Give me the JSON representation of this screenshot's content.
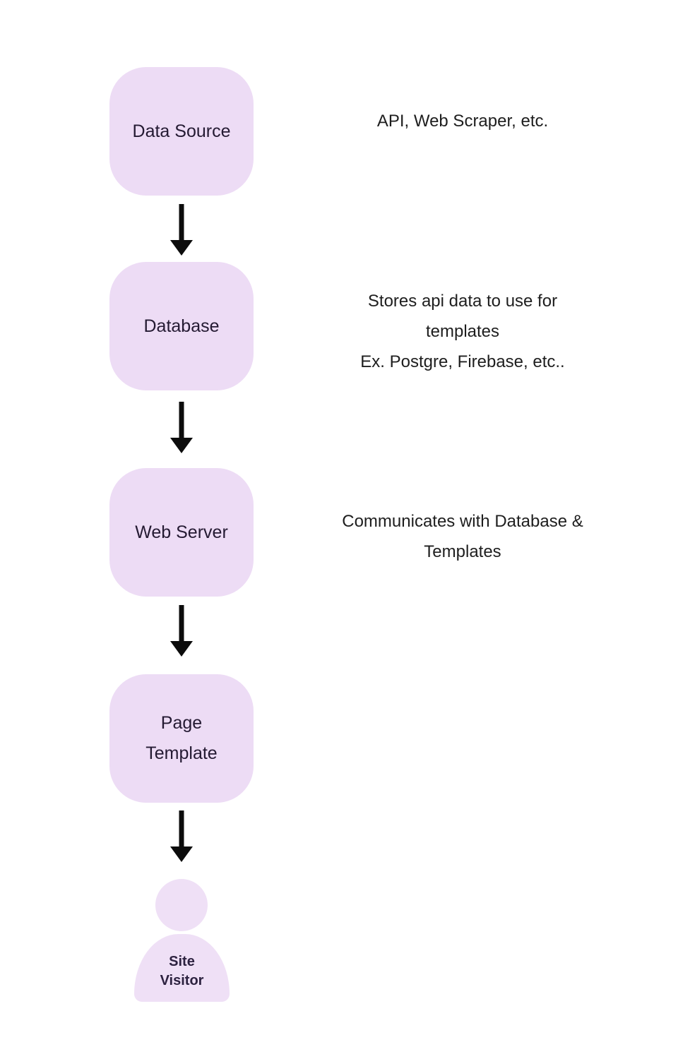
{
  "palette": {
    "page_bg": "#ffffff",
    "node_fill": "#eddcf5",
    "node_label_color": "#241a32",
    "annotation_color": "#1e1e1e",
    "arrow_color": "#0c0c0c",
    "person_fill": "#efe0f6",
    "person_label_color": "#2d2240"
  },
  "flow": {
    "nodes": [
      {
        "label": "Data Source",
        "annotation": "API, Web Scraper, etc."
      },
      {
        "label": "Database",
        "annotation": "Stores api data to use for\ntemplates\nEx. Postgre, Firebase, etc.."
      },
      {
        "label": "Web Server",
        "annotation": "Communicates with Database &\nTemplates"
      },
      {
        "label": "Page\nTemplate",
        "annotation": ""
      }
    ],
    "person": {
      "label": "Site\nVisitor"
    }
  }
}
